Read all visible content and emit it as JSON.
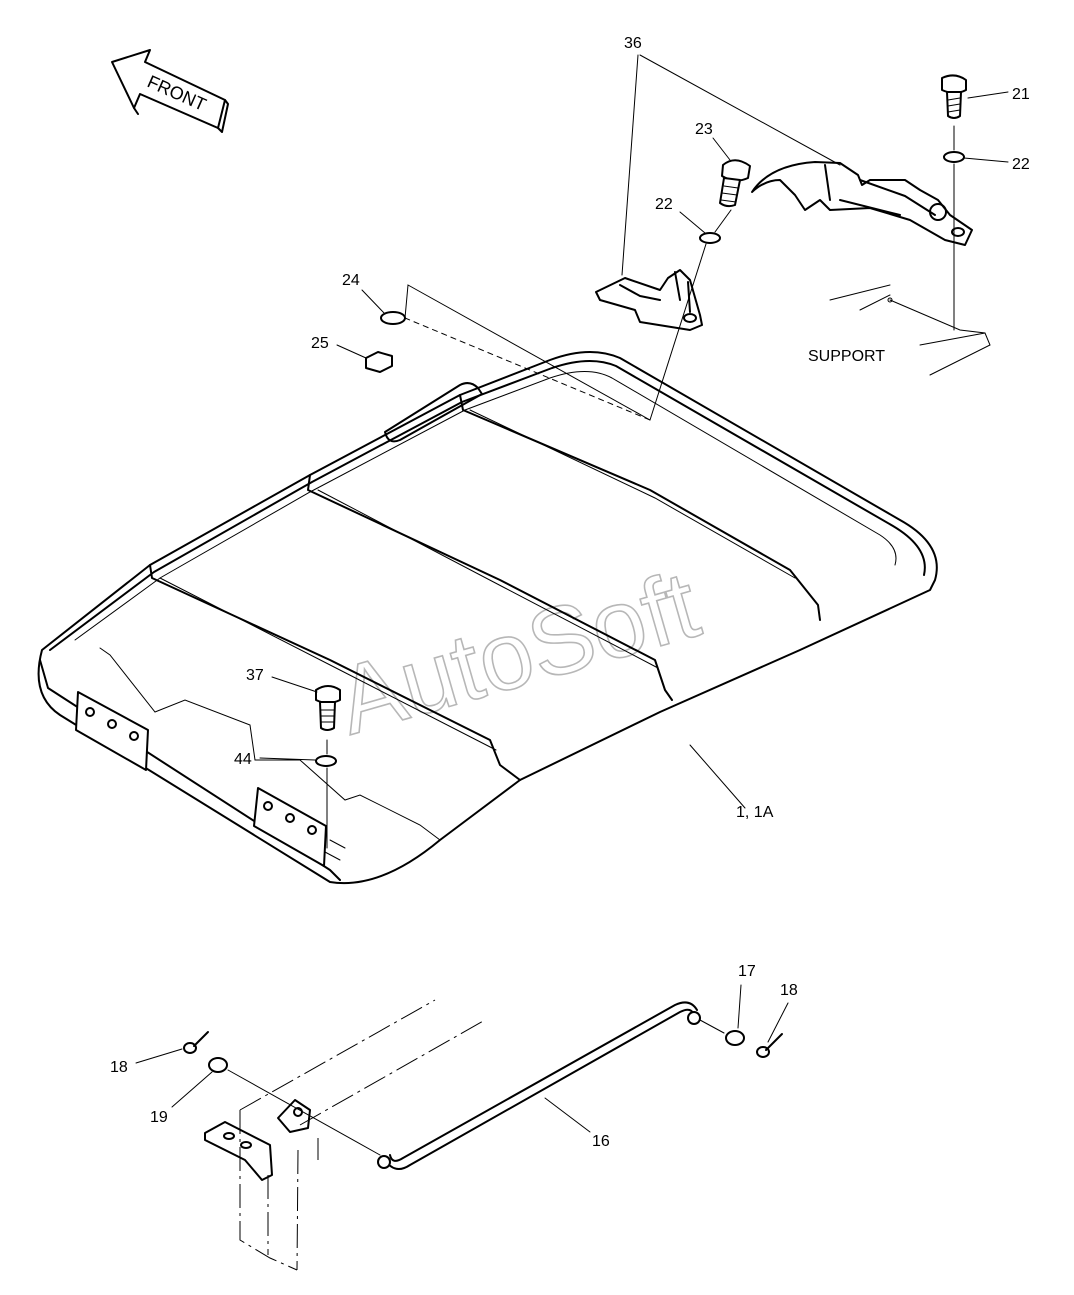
{
  "direction_label": "FRONT",
  "support_label": "SUPPORT",
  "watermark": "AutoSoft",
  "callouts": {
    "c36": "36",
    "c21": "21",
    "c23": "23",
    "c22a": "22",
    "c22b": "22",
    "c24": "24",
    "c25": "25",
    "c37": "37",
    "c44": "44",
    "c1": "1, 1A",
    "c17": "17",
    "c18a": "18",
    "c18b": "18",
    "c19": "19",
    "c16": "16"
  }
}
